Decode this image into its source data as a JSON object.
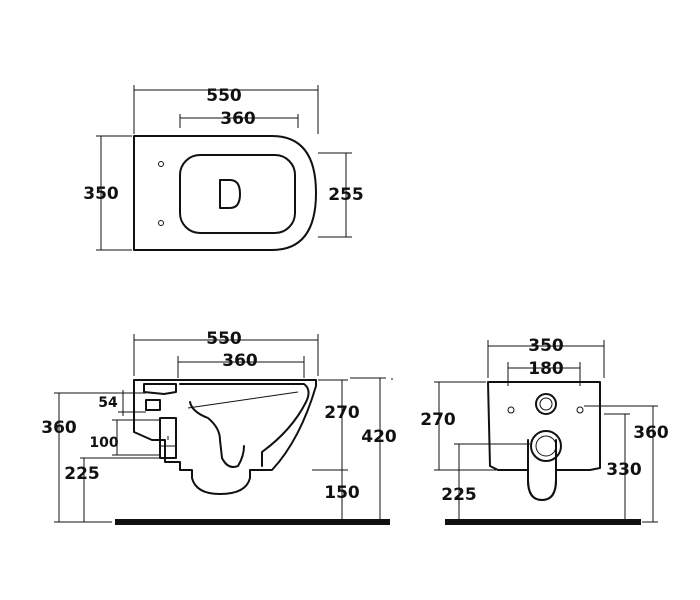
{
  "top_view": {
    "width": "550",
    "inner_width": "360",
    "depth": "350",
    "inner_depth": "255"
  },
  "side_view": {
    "width": "550",
    "inner_width": "360",
    "total_height": "360",
    "outlet_height": "225",
    "inlet_offset": "54",
    "outlet_diameter": "100",
    "bowl_height": "270",
    "overall_height": "420",
    "floor_clearance": "150"
  },
  "front_view": {
    "width": "350",
    "fixing_spacing": "180",
    "bowl_height": "270",
    "outlet_height": "225",
    "inlet_height": "360",
    "fixing_height": "330"
  }
}
